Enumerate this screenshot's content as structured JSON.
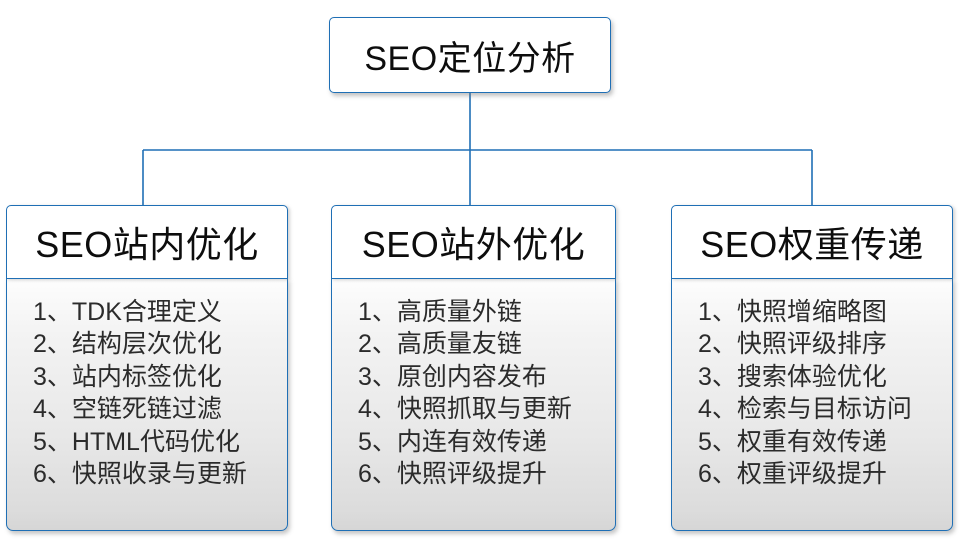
{
  "diagram": {
    "type": "hierarchy",
    "accent_color": "#1f6fb5",
    "text_color": "#0d0d0d",
    "body_text_color": "#2b2b2b",
    "root": {
      "title": "SEO定位分析"
    },
    "branches": [
      {
        "header": "SEO站内优化",
        "items": [
          {
            "num": "1、",
            "text": "TDK合理定义"
          },
          {
            "num": "2、",
            "text": "结构层次优化"
          },
          {
            "num": "3、",
            "text": "站内标签优化"
          },
          {
            "num": "4、",
            "text": "空链死链过滤"
          },
          {
            "num": "5、",
            "text": "HTML代码优化"
          },
          {
            "num": "6、",
            "text": "快照收录与更新"
          }
        ]
      },
      {
        "header": "SEO站外优化",
        "items": [
          {
            "num": "1、",
            "text": "高质量外链"
          },
          {
            "num": "2、",
            "text": "高质量友链"
          },
          {
            "num": "3、",
            "text": "原创内容发布"
          },
          {
            "num": "4、",
            "text": "快照抓取与更新"
          },
          {
            "num": "5、",
            "text": "内连有效传递"
          },
          {
            "num": "6、",
            "text": "快照评级提升"
          }
        ]
      },
      {
        "header": "SEO权重传递",
        "items": [
          {
            "num": "1、",
            "text": "快照增缩略图"
          },
          {
            "num": "2、",
            "text": "快照评级排序"
          },
          {
            "num": "3、",
            "text": "搜索体验优化"
          },
          {
            "num": "4、",
            "text": "检索与目标访问"
          },
          {
            "num": "5、",
            "text": "权重有效传递"
          },
          {
            "num": "6、",
            "text": "权重评级提升"
          }
        ]
      }
    ]
  }
}
